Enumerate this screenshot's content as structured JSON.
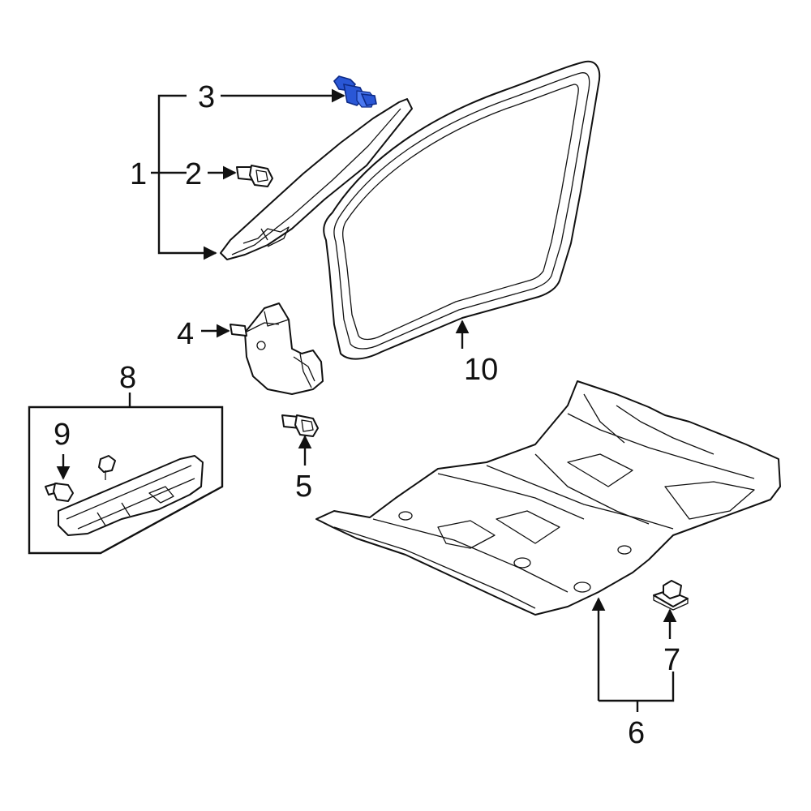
{
  "callouts": {
    "c1": "1",
    "c2": "2",
    "c3": "3",
    "c4": "4",
    "c5": "5",
    "c6": "6",
    "c7": "7",
    "c8": "8",
    "c9": "9",
    "c10": "10"
  },
  "colors": {
    "highlight": "#2a57d6",
    "line": "#111111",
    "background": "#ffffff"
  }
}
